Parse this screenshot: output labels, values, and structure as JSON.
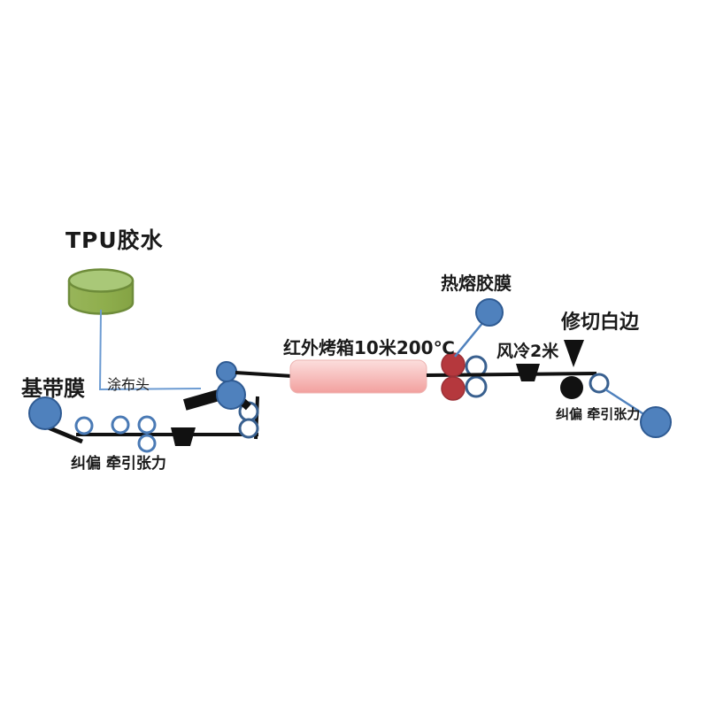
{
  "diagram": {
    "title_implicit": "TPU coating and laminating line process diagram",
    "labels": {
      "tpu_glue": "TPU胶水",
      "base_film": "基带膜",
      "coating_head": "涂布头",
      "left_tension": "纠偏 牵引张力",
      "oven": "红外烤箱10米200℃",
      "hot_melt_film": "热熔胶膜",
      "air_cooling": "风冷2米",
      "trim_edge": "修切白边",
      "right_tension": "纠偏 牵引张力"
    },
    "colors": {
      "roller_blue": "#4f81bd",
      "roller_blue_border": "#2f5b93",
      "roller_outline_blue": "#4a7ab5",
      "roller_outline_dark": "#39608f",
      "roller_red": "#b5383d",
      "roller_red_border": "#9c3036",
      "oven_pink_top": "#fcdedd",
      "oven_pink_bottom": "#f2a09e",
      "oven_border": "#edb3b1",
      "cylinder_green": "#8fae4d",
      "cylinder_green_top": "#a9c878",
      "cylinder_green_border": "#6e8c3a",
      "pipe_light_blue": "#6c9bd2",
      "web_black": "#111111",
      "text": "#1a1a1a",
      "background": "#ffffff"
    }
  }
}
